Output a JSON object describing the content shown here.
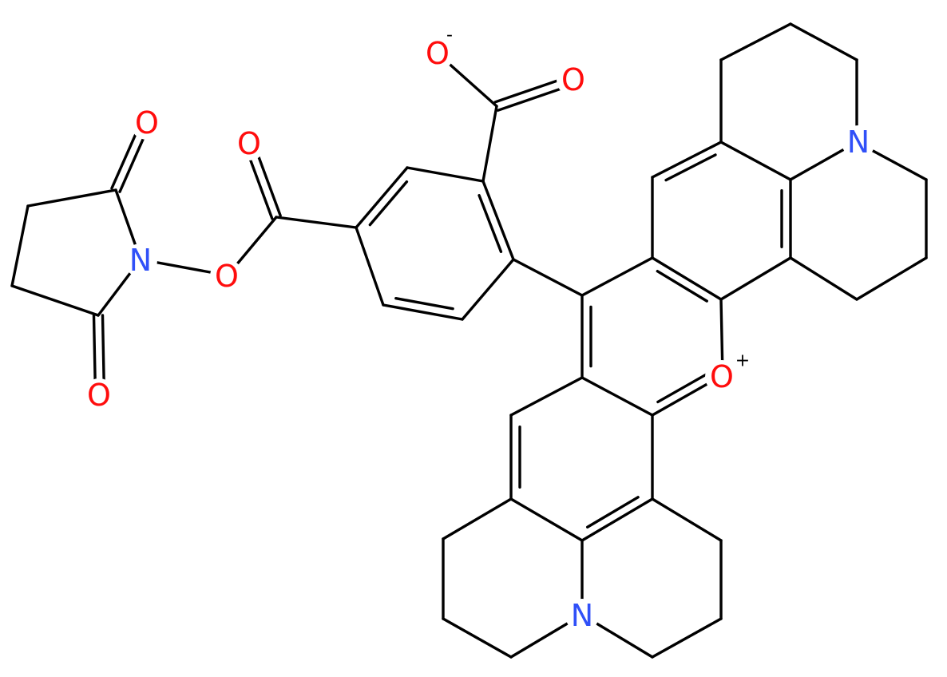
{
  "molecule": {
    "colors": {
      "bond": "#000000",
      "oxygen": "#ff0d0d",
      "nitrogen": "#3050f8"
    },
    "atoms": [
      {
        "id": "O1",
        "text": "O",
        "element": "O"
      },
      {
        "id": "O2",
        "text": "O",
        "element": "O"
      },
      {
        "id": "O3",
        "text": "O",
        "element": "O"
      },
      {
        "id": "O4",
        "text": "O",
        "element": "O"
      },
      {
        "id": "O5",
        "text": "O",
        "element": "O",
        "charge": "-"
      },
      {
        "id": "O6",
        "text": "O",
        "element": "O"
      },
      {
        "id": "O7",
        "text": "O",
        "element": "O",
        "charge": "+"
      },
      {
        "id": "N1",
        "text": "N",
        "element": "N"
      },
      {
        "id": "N2",
        "text": "N",
        "element": "N"
      },
      {
        "id": "N3",
        "text": "N",
        "element": "N"
      }
    ]
  }
}
